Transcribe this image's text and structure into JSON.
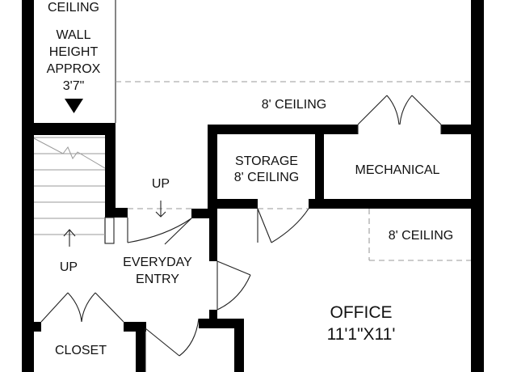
{
  "plan": {
    "labels": {
      "ceiling_top": "CEILING",
      "wall_height_1": "WALL",
      "wall_height_2": "HEIGHT",
      "wall_height_3": "APPROX",
      "wall_height_4": "3'7\"",
      "ceiling_main": "8' CEILING",
      "storage": "STORAGE",
      "storage_ceiling": "8' CEILING",
      "mechanical": "MECHANICAL",
      "up_hall": "UP",
      "ceiling_office": "8' CEILING",
      "up_stair": "UP",
      "everyday": "EVERYDAY",
      "entry": "ENTRY",
      "office": "OFFICE",
      "office_dims": "11'1\"X11'",
      "closet": "CLOSET"
    }
  }
}
